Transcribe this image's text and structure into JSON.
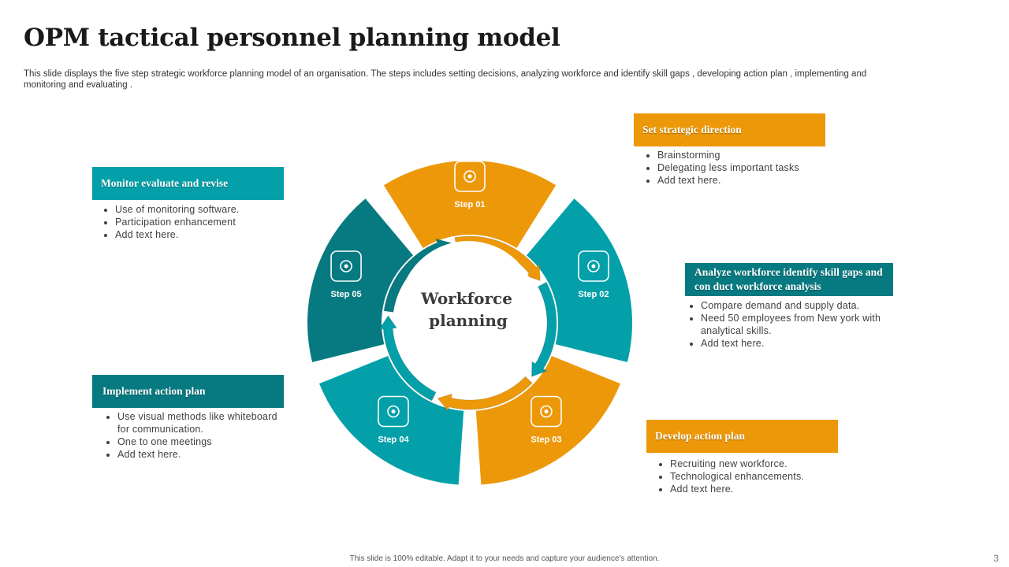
{
  "slide": {
    "title": "OPM tactical personnel planning model",
    "subtitle": "This slide displays the five  step strategic workforce planning model of an organisation. The steps includes setting decisions, analyzing workforce and identify skill gaps , developing action plan ,  implementing  and monitoring and evaluating .",
    "footer": "This slide is 100% editable. Adapt it to your needs and capture your audience's attention.",
    "page_number": "3"
  },
  "colors": {
    "orange": "#ec9809",
    "teal": "#03a0a9",
    "dark_teal": "#067a80"
  },
  "diagram": {
    "center_label": [
      "Workforce",
      "planning"
    ],
    "steps": [
      {
        "label": "Step 01",
        "icon": "eye-search-icon",
        "color": "#ec9809"
      },
      {
        "label": "Step 02",
        "icon": "workflow-icon",
        "color": "#03a0a9"
      },
      {
        "label": "Step 03",
        "icon": "presentation-idea-icon",
        "color": "#ec9809"
      },
      {
        "label": "Step 04",
        "icon": "document-edit-icon",
        "color": "#03a0a9"
      },
      {
        "label": "Step 05",
        "icon": "person-alert-icon",
        "color": "#067a80"
      }
    ]
  },
  "boxes": {
    "set_direction": {
      "title": "Set strategic direction",
      "items": [
        "Brainstorming",
        "Delegating less important tasks",
        "Add text here."
      ]
    },
    "analyze": {
      "title": "Analyze workforce identify skill gaps and con duct workforce analysis",
      "items": [
        "Compare demand and supply data.",
        "Need 50 employees from New york with analytical skills.",
        "Add text here."
      ]
    },
    "develop": {
      "title": "Develop action plan",
      "items": [
        "Recruiting new workforce.",
        "Technological enhancements.",
        "Add text here."
      ]
    },
    "implement": {
      "title": "Implement action plan",
      "items": [
        "Use visual methods like whiteboard for communication.",
        "One to one meetings",
        "Add text here."
      ]
    },
    "monitor": {
      "title": "Monitor evaluate and revise",
      "items": [
        "Use of monitoring software.",
        "Participation enhancement",
        "Add text here."
      ]
    }
  }
}
